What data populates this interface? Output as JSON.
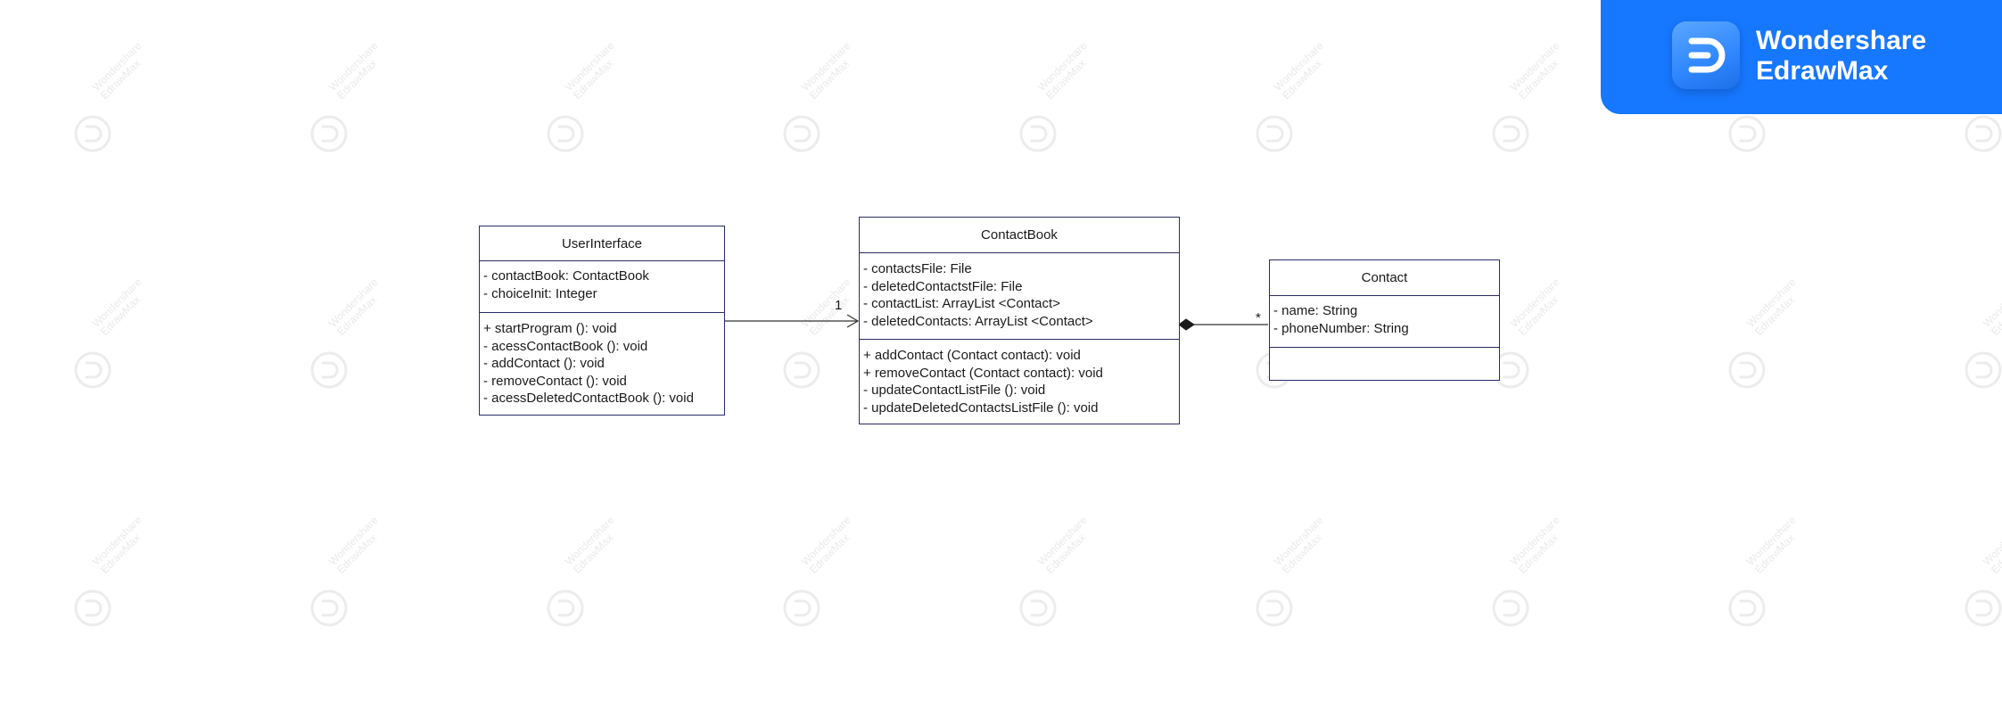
{
  "watermark": {
    "line1": "Wondershare",
    "line2": "EdrawMax"
  },
  "brand": {
    "name": "Wondershare",
    "product": "EdrawMax",
    "color": "#1677ff"
  },
  "classes": {
    "user_interface": {
      "name": "UserInterface",
      "attributes": [
        "- contactBook: ContactBook",
        "- choiceInit: Integer"
      ],
      "methods": [
        "+ startProgram (): void",
        "- acessContactBook (): void",
        "- addContact (): void",
        "- removeContact (): void",
        "- acessDeletedContactBook (): void"
      ]
    },
    "contact_book": {
      "name": "ContactBook",
      "attributes": [
        "- contactsFile: File",
        "- deletedContactstFile: File",
        "- contactList: ArrayList <Contact>",
        "- deletedContacts: ArrayList <Contact>"
      ],
      "methods": [
        "+ addContact (Contact contact): void",
        "+ removeContact (Contact contact): void",
        "- updateContactListFile (): void",
        "- updateDeletedContactsListFile (): void"
      ]
    },
    "contact": {
      "name": "Contact",
      "attributes": [
        "- name: String",
        "- phoneNumber: String"
      ],
      "methods": []
    }
  },
  "relationships": {
    "association": {
      "type": "directed-association",
      "multiplicity": "1"
    },
    "composition": {
      "type": "composition",
      "multiplicity": "*"
    }
  },
  "colors": {
    "border": "#2b2b66",
    "line": "#333333",
    "watermark": "#d8d8d8"
  }
}
